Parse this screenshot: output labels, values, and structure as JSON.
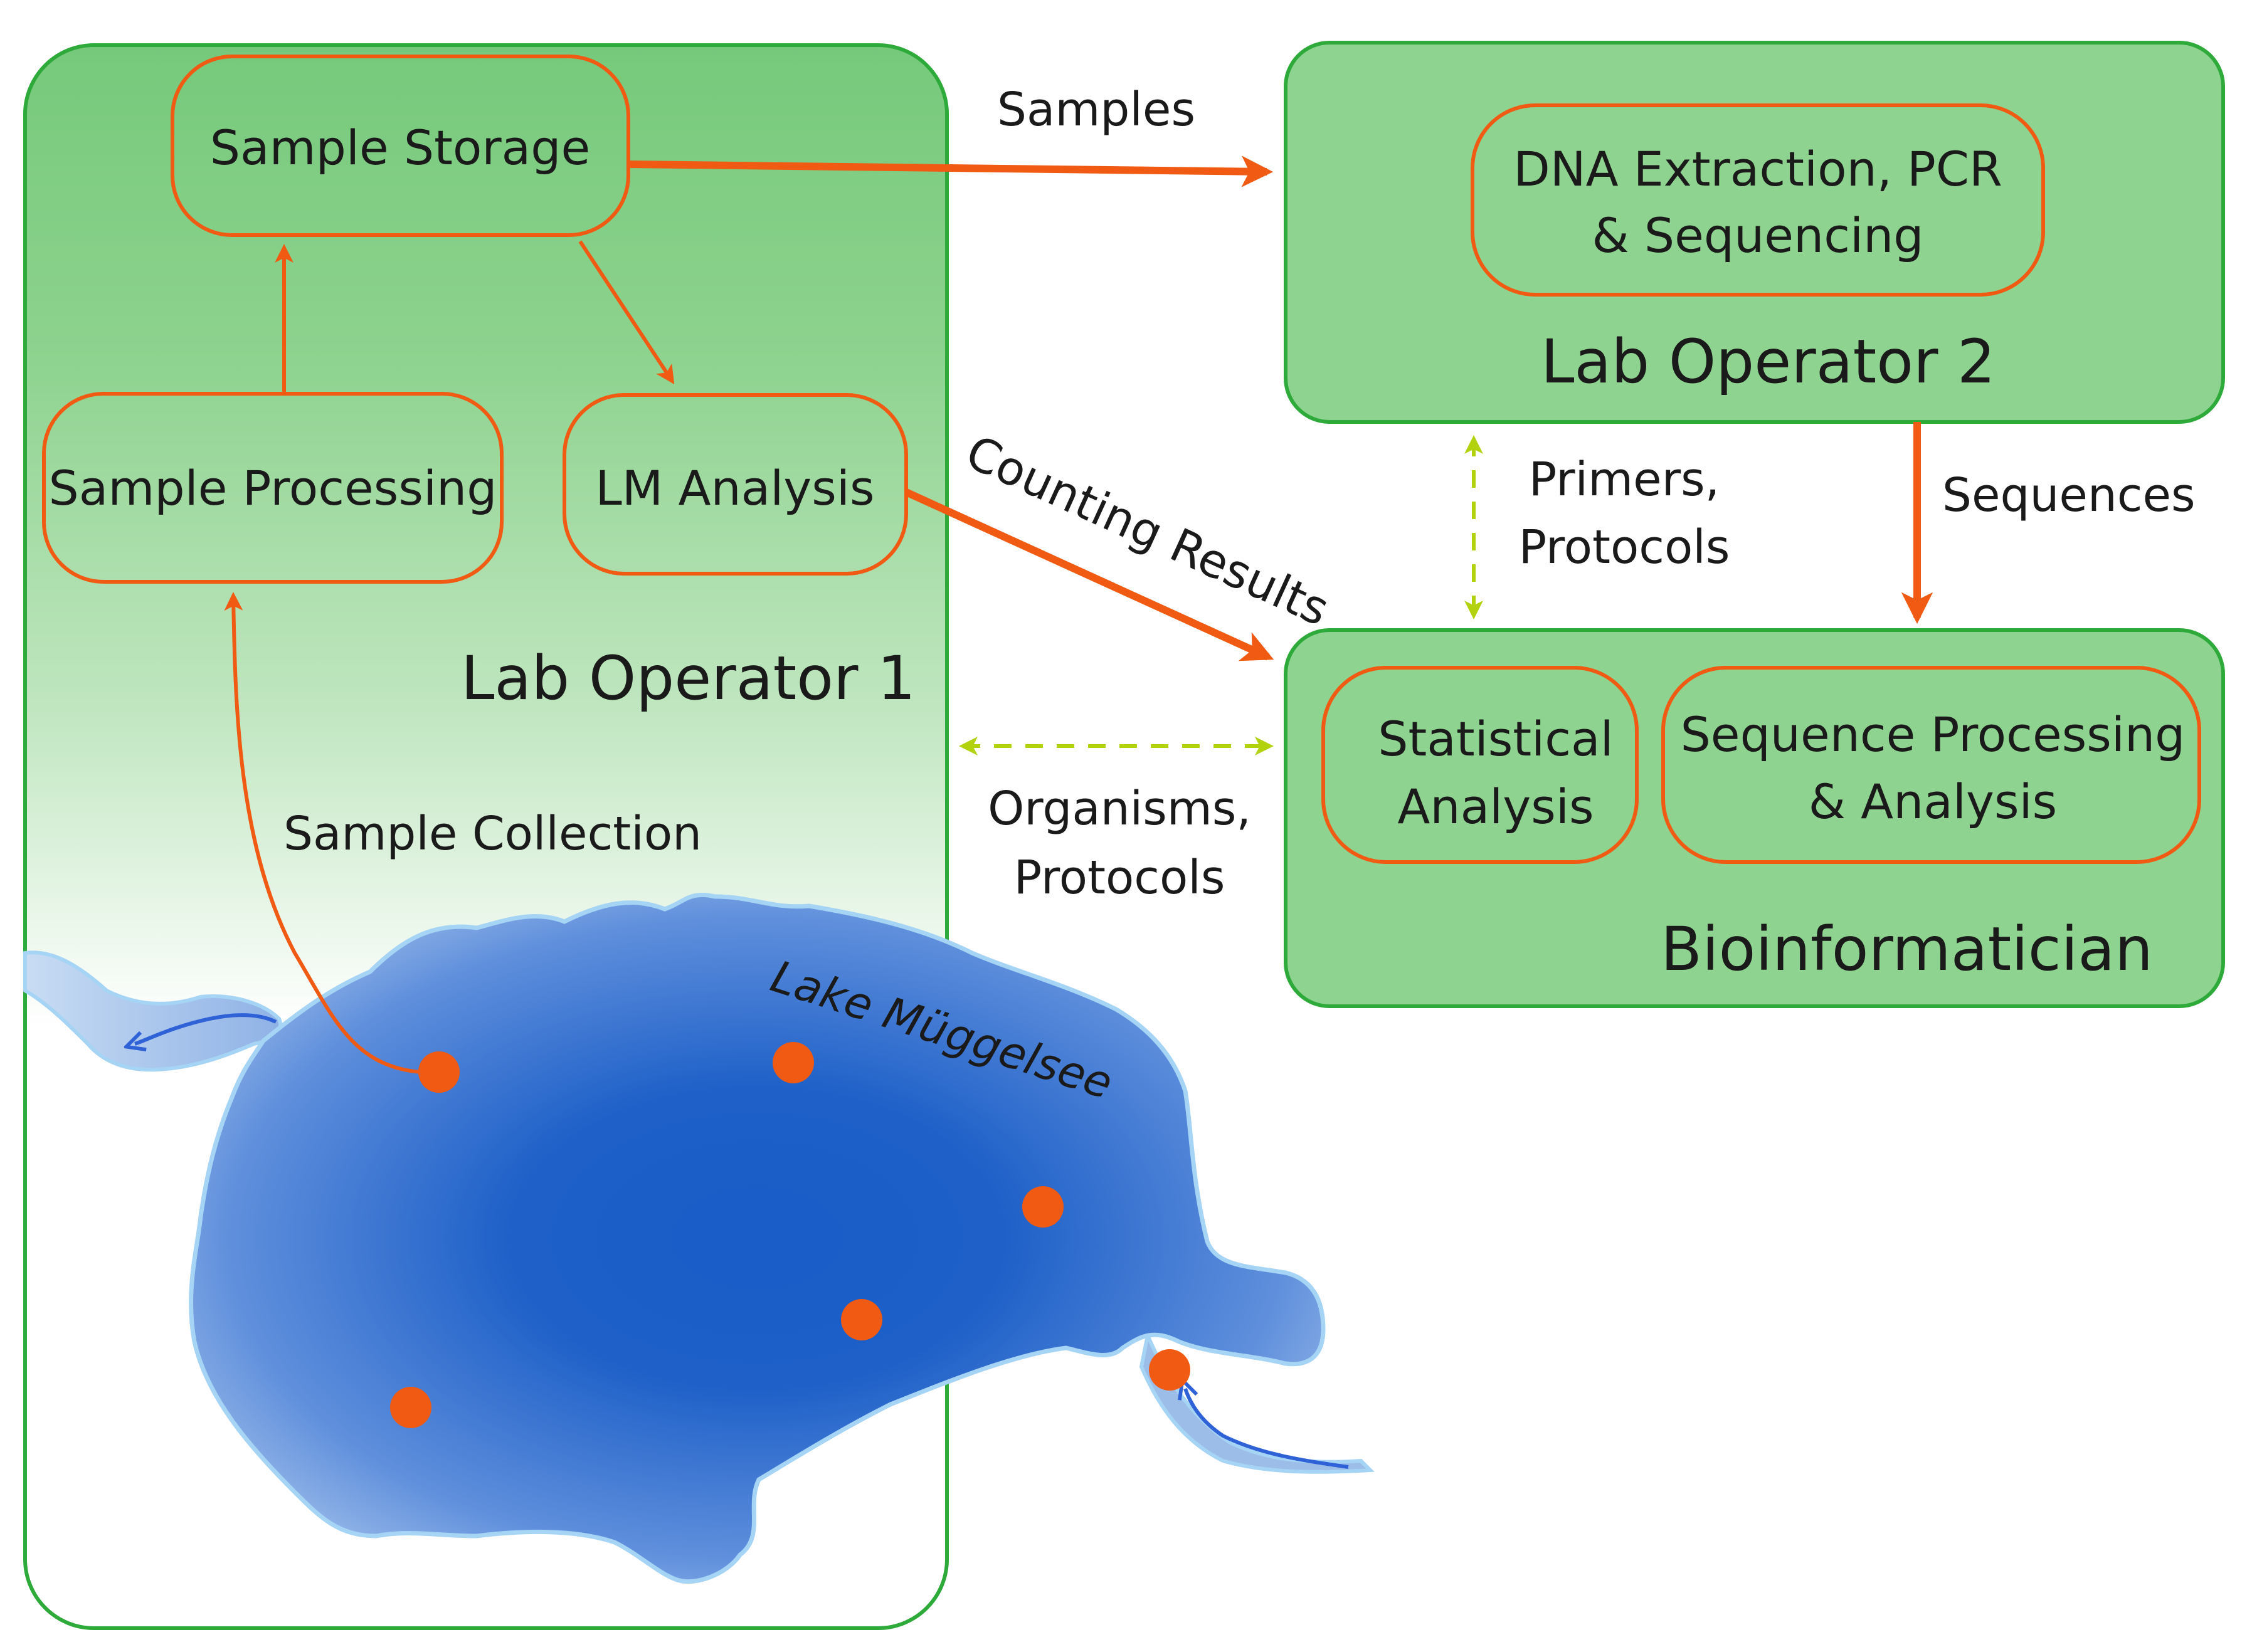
{
  "diagram": {
    "containers": {
      "lab_operator_1": {
        "title": "Lab Operator 1"
      },
      "lab_operator_2": {
        "title": "Lab Operator 2"
      },
      "bioinformatician": {
        "title": "Bioinformatician"
      }
    },
    "nodes": {
      "sample_storage": "Sample Storage",
      "sample_processing": "Sample Processing",
      "lm_analysis": "LM Analysis",
      "dna_extraction": [
        "DNA Extraction, PCR",
        "& Sequencing"
      ],
      "statistical_analysis": [
        "Statistical",
        "Analysis"
      ],
      "sequence_processing": [
        "Sequence Processing",
        "& Analysis"
      ]
    },
    "edges": {
      "samples": "Samples",
      "counting_results": "Counting Results",
      "sequences": "Sequences",
      "primers_protocols": [
        "Primers,",
        "Protocols"
      ],
      "organisms_protocols": [
        "Organisms,",
        "Protocols"
      ],
      "sample_collection": "Sample Collection"
    },
    "lake": {
      "name": "Lake Müggelsee"
    },
    "colors": {
      "container_fill": "#7ccb80",
      "container_stroke": "#2eaa3a",
      "node_stroke": "#f05a12",
      "arrow": "#f05a12",
      "dashed_arrow": "#b2d20e",
      "lake_center": "#1a5cc8",
      "lake_edge": "#9cbde8",
      "lake_outline": "#a6d4f5",
      "sampling_point": "#f05a12"
    }
  }
}
